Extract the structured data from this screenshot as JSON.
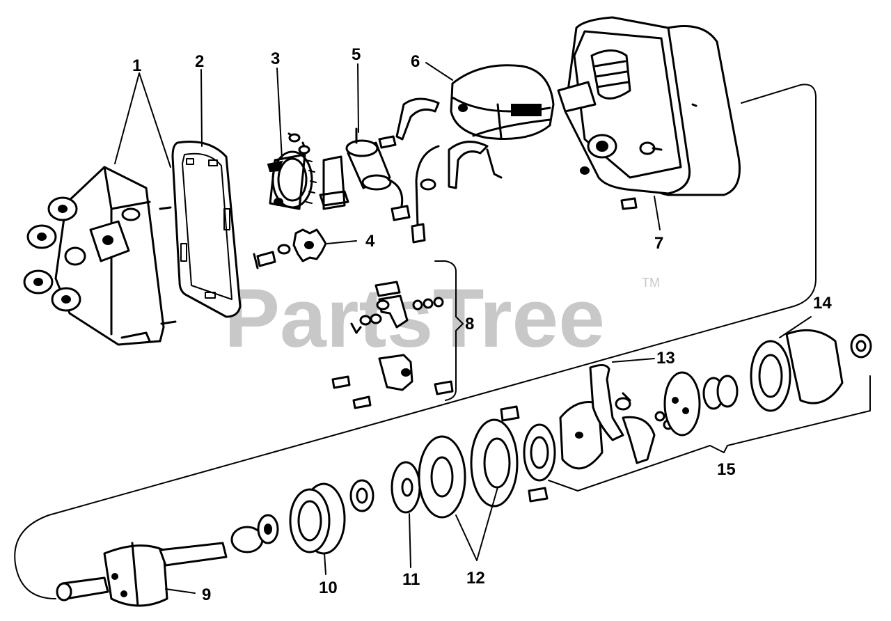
{
  "watermark": {
    "text": "PartsTree",
    "trademark": "TM"
  },
  "colors": {
    "ink": "#000000",
    "background": "#ffffff",
    "watermark": "#c8c8c8"
  },
  "callouts": [
    {
      "id": "1",
      "label": "1"
    },
    {
      "id": "2",
      "label": "2"
    },
    {
      "id": "3",
      "label": "3"
    },
    {
      "id": "4",
      "label": "4"
    },
    {
      "id": "5",
      "label": "5"
    },
    {
      "id": "6",
      "label": "6"
    },
    {
      "id": "7",
      "label": "7"
    },
    {
      "id": "8",
      "label": "8"
    },
    {
      "id": "9",
      "label": "9"
    },
    {
      "id": "10",
      "label": "10"
    },
    {
      "id": "11",
      "label": "11"
    },
    {
      "id": "12",
      "label": "12"
    },
    {
      "id": "13",
      "label": "13"
    },
    {
      "id": "14",
      "label": "14"
    },
    {
      "id": "15",
      "label": "15"
    }
  ]
}
